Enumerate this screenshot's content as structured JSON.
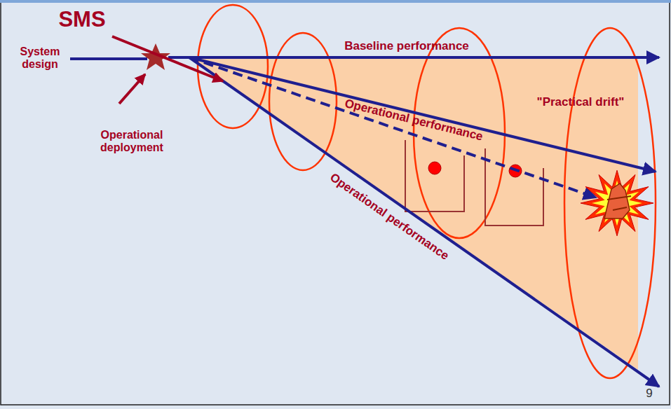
{
  "diagram": {
    "labels": [
      "SMS",
      "System design",
      "Operational deployment",
      "Baseline performance",
      "\"Practical drift\"",
      "Operational performance",
      "Operational performance",
      "9"
    ]
  }
}
